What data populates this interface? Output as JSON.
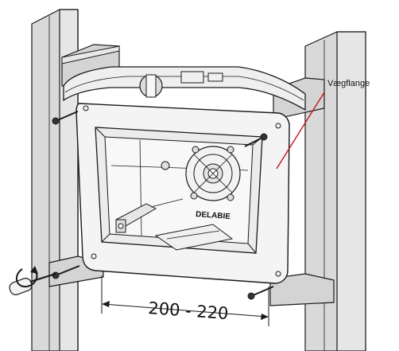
{
  "callout": {
    "label": "Vægflange",
    "line_color": "#c0161b"
  },
  "dimension": {
    "text": "200 - 220"
  },
  "brand_stamp": {
    "text": "DELABIE"
  },
  "colors": {
    "stroke": "#1a1a1a",
    "post_fill": "#d9d9d9",
    "plate_fill": "#f4f4f4",
    "box_fill": "#ececec",
    "background": "#ffffff"
  },
  "icons": {
    "hex_key": "hex-key-icon",
    "rotation_arrow": "rotation-arrow-icon",
    "screws": "screw-icon"
  }
}
